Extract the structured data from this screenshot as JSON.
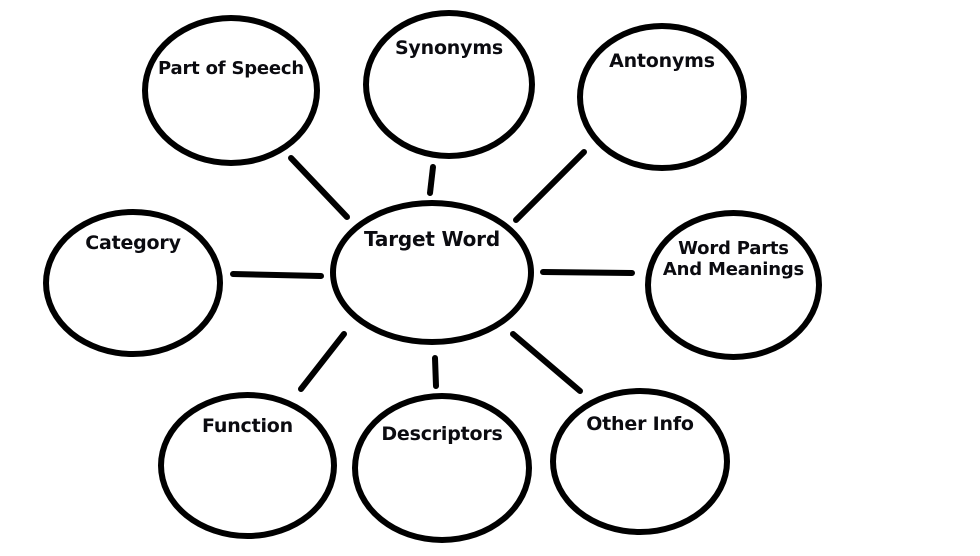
{
  "diagram": {
    "type": "concept-map",
    "description": "Vocabulary word map: central target word with eight connected attribute bubbles",
    "center": {
      "label": "Target Word"
    },
    "nodes": [
      {
        "id": "part-of-speech",
        "label": "Part of Speech"
      },
      {
        "id": "synonyms",
        "label": "Synonyms"
      },
      {
        "id": "antonyms",
        "label": "Antonyms"
      },
      {
        "id": "category",
        "label": "Category"
      },
      {
        "id": "word-parts-and-meanings",
        "label": "Word Parts\nAnd Meanings"
      },
      {
        "id": "function",
        "label": "Function"
      },
      {
        "id": "descriptors",
        "label": "Descriptors"
      },
      {
        "id": "other-info",
        "label": "Other Info"
      }
    ],
    "colors": {
      "stroke": "#000000",
      "text": "#0b0b10",
      "background": "#ffffff"
    }
  }
}
